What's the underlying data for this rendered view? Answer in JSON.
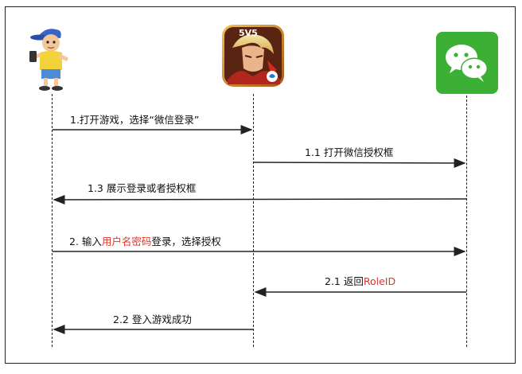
{
  "messages": {
    "m1": "1.打开游戏，选择“微信登录”",
    "m2": "1.1 打开微信授权框",
    "m3": "1.3 展示登录或者授权框",
    "m4": {
      "prefix": "2. 输入",
      "highlight": "用户名密码",
      "suffix": "登录，选择授权"
    },
    "m5": {
      "prefix": "2.1 返回",
      "highlight": "RoleID"
    },
    "m6": "2.2 登入游戏成功"
  },
  "icons": {
    "game_badge": "5V5"
  },
  "colors": {
    "highlight": "#e0332a",
    "wechat_green": "#3cb034",
    "line": "#222222"
  }
}
